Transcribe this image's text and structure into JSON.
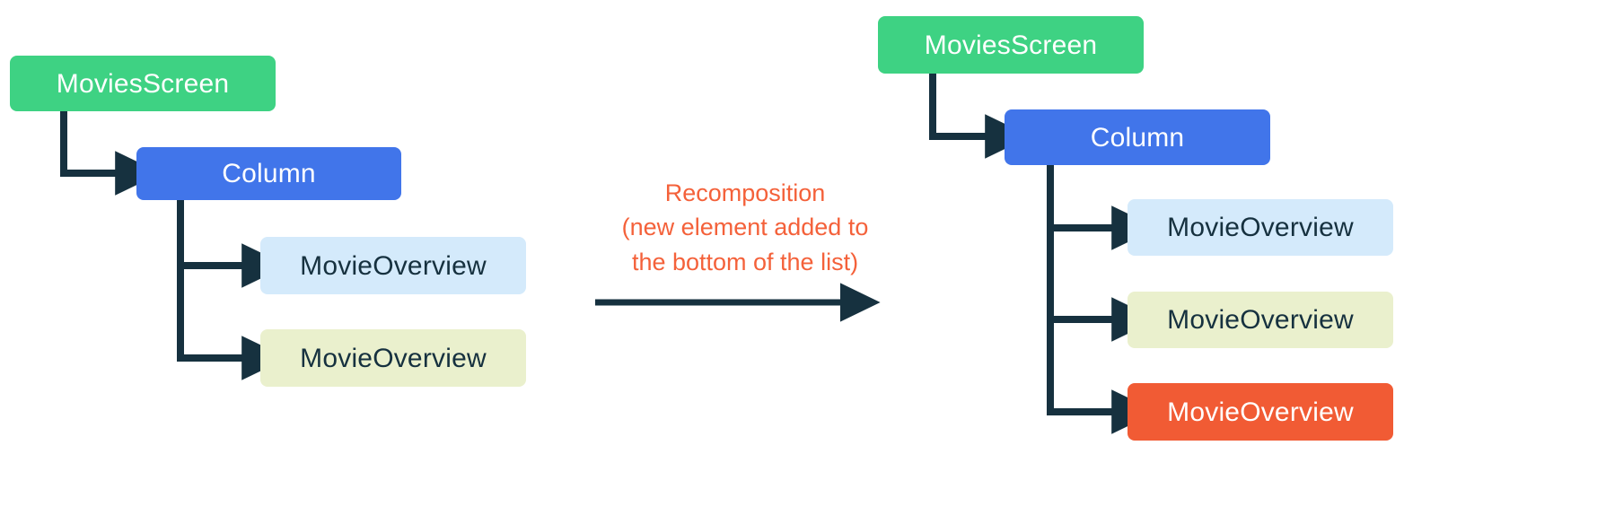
{
  "diagram": {
    "title": "Compose recomposition tree diagram",
    "colors": {
      "screen": "#3ed283",
      "column": "#4175ea",
      "overview_blue": "#d4eafb",
      "overview_olive": "#eaf0cd",
      "overview_orange": "#f15b34",
      "connector": "#16313f",
      "transition_text": "#f4613a",
      "background": "#ffffff"
    },
    "before": {
      "root": {
        "label": "MoviesScreen"
      },
      "column": {
        "label": "Column"
      },
      "children": [
        {
          "label": "MovieOverview",
          "variant": "blue"
        },
        {
          "label": "MovieOverview",
          "variant": "olive"
        }
      ]
    },
    "transition": {
      "label": "Recomposition\n(new element added to\nthe bottom of the list)",
      "line1": "Recomposition",
      "line2": "(new element added to",
      "line3": "the bottom of the list)"
    },
    "after": {
      "root": {
        "label": "MoviesScreen"
      },
      "column": {
        "label": "Column"
      },
      "children": [
        {
          "label": "MovieOverview",
          "variant": "blue"
        },
        {
          "label": "MovieOverview",
          "variant": "olive"
        },
        {
          "label": "MovieOverview",
          "variant": "orange"
        }
      ]
    }
  }
}
